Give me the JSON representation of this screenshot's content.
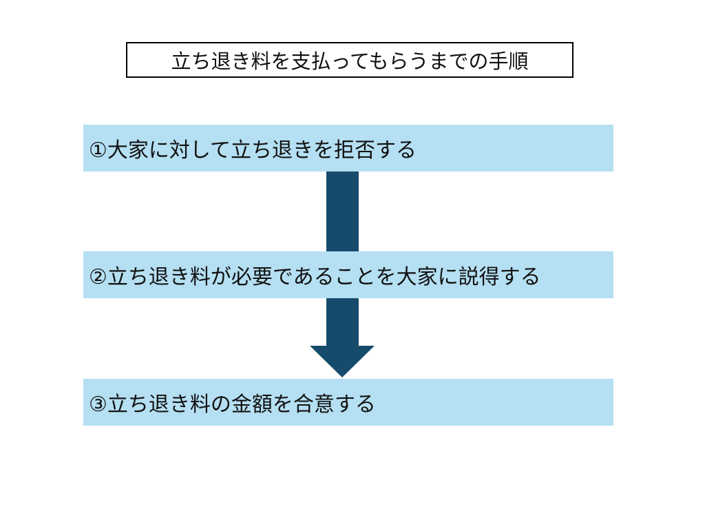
{
  "title": "立ち退き料を支払ってもらうまでの手順",
  "steps": [
    {
      "label": "①大家に対して立ち退きを拒否する"
    },
    {
      "label": "②立ち退き料が必要であることを大家に説得する"
    },
    {
      "label": "③立ち退き料の金額を合意する"
    }
  ],
  "colors": {
    "step_fill": "#b5dff2",
    "arrow": "#174b6b"
  }
}
